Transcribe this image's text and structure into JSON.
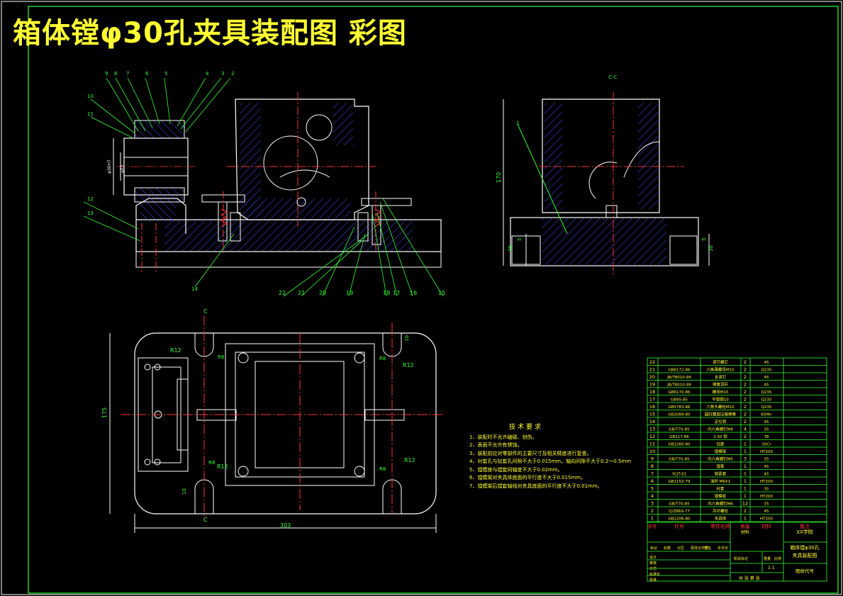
{
  "title": "箱体镗φ30孔夹具装配图  彩图",
  "section_label": "C-C",
  "cut_marks": [
    "C",
    "C"
  ],
  "callouts_top": [
    "9",
    "8",
    "7",
    "6",
    "5",
    "4",
    "3",
    "2"
  ],
  "callouts_left": [
    "10",
    "11",
    "12",
    "13",
    "14"
  ],
  "callouts_bottom": [
    "22",
    "21",
    "20",
    "19",
    "18",
    "17",
    "16",
    "15"
  ],
  "section_callout": "1",
  "dims": {
    "d303": "303",
    "d175": "175",
    "d170": "170",
    "d30a": "30",
    "d30b": "30",
    "d5a": "5",
    "d5b": "5",
    "d10a": "10",
    "d10b": "10",
    "r12a": "R12",
    "r12b": "R12",
    "r12c": "R12",
    "r12d": "R12",
    "r8a": "R8",
    "r8b": "R8",
    "r8c": "R8",
    "r8d": "R8",
    "dia1": "φ30H7",
    "dia2": "φ52"
  },
  "tech": {
    "heading": "技术要求",
    "lines": [
      "1、装配时不允许磕碰、划伤。",
      "2、表面不允许有锈蚀。",
      "3、装配前应对零部件的主要尺寸及相关精度进行复查。",
      "4、衬套孔与钻套孔间隙不大于0.015mm，轴向间隙不大于0.2～0.5mm",
      "5、镗模座与镗套同轴度不大于0.02mm。",
      "6、镗模架对夹具体底面的平行度不大于0.015mm。",
      "7、镗模架后镗套轴线对夹具底面的平行度不大于0.01mm。"
    ]
  },
  "bom": [
    {
      "no": "22",
      "code": "",
      "name": "调节螺钉",
      "qty": "2",
      "mat": "45"
    },
    {
      "no": "21",
      "code": "GB6172-86",
      "name": "六角薄螺母M10",
      "qty": "2",
      "mat": "Q235"
    },
    {
      "no": "20",
      "code": "JB/T8010-99",
      "name": "支承钉",
      "qty": "2",
      "mat": "45"
    },
    {
      "no": "19",
      "code": "JB/T8010-99",
      "name": "弹簧顶杆",
      "qty": "2",
      "mat": "45"
    },
    {
      "no": "18",
      "code": "GB6170-86",
      "name": "螺母M10",
      "qty": "2",
      "mat": "Q235"
    },
    {
      "no": "17",
      "code": "GB95-85",
      "name": "平垫圈10",
      "qty": "2",
      "mat": "Q235"
    },
    {
      "no": "16",
      "code": "GB5783-86",
      "name": "六角头螺栓M10",
      "qty": "2",
      "mat": "Q235"
    },
    {
      "no": "15",
      "code": "GB2089-80",
      "name": "圆柱螺旋压缩弹簧",
      "qty": "2",
      "mat": "65Mn"
    },
    {
      "no": "14",
      "code": "",
      "name": "定位销",
      "qty": "2",
      "mat": "45"
    },
    {
      "no": "13",
      "code": "GB/T70-85",
      "name": "内六角螺钉M8",
      "qty": "4",
      "mat": "35"
    },
    {
      "no": "12",
      "code": "GB117-86",
      "name": "1:50 销",
      "qty": "2",
      "mat": "T8"
    },
    {
      "no": "11",
      "code": "GB2260-80",
      "name": "钻套",
      "qty": "1",
      "mat": "20Cr"
    },
    {
      "no": "10",
      "code": "",
      "name": "镗模架",
      "qty": "1",
      "mat": "HT200"
    },
    {
      "no": "9",
      "code": "GB/T70-85",
      "name": "内六角螺钉M5",
      "qty": "3",
      "mat": "35"
    },
    {
      "no": "8",
      "code": "",
      "name": "镗套",
      "qty": "1",
      "mat": "45"
    },
    {
      "no": "7",
      "code": "YCJT-01",
      "name": "锁紧套",
      "qty": "1",
      "mat": "45"
    },
    {
      "no": "6",
      "code": "GB1152-79",
      "name": "油杯 M6X1",
      "qty": "1",
      "mat": "HT200"
    },
    {
      "no": "5",
      "code": "",
      "name": "衬套",
      "qty": "1",
      "mat": "35"
    },
    {
      "no": "4",
      "code": "",
      "name": "镗模座",
      "qty": "1",
      "mat": "HT200"
    },
    {
      "no": "3",
      "code": "GB/T70-85",
      "name": "内六角螺钉M6",
      "qty": "12",
      "mat": "35"
    },
    {
      "no": "2",
      "code": "Q/ZB69-77",
      "name": "吊环螺栓",
      "qty": "2",
      "mat": "45"
    },
    {
      "no": "1",
      "code": "GB2206-80",
      "name": "夹具体",
      "qty": "1",
      "mat": "HT200"
    }
  ],
  "bom_header": {
    "no": "序号",
    "code": "代号",
    "name": "零件名称",
    "qty": "数量",
    "mat": "材料",
    "note": "备注"
  },
  "title_block": {
    "school": "XX学院",
    "material_cell": "材料",
    "drawing_name_1": "箱体镗φ30孔",
    "drawing_name_2": "夹具装配图",
    "drawing_no": "图样代号",
    "scale_label": "比例",
    "scale": "1:1",
    "weight_label": "重量",
    "stage_label": "阶段标记",
    "sheet": "共 张 第 张",
    "rows": [
      "标记",
      "处数",
      "分区",
      "更改文件号",
      "签名",
      "年月日"
    ],
    "roles": [
      "设计",
      "审核",
      "工艺",
      "标准化",
      "批准"
    ]
  }
}
